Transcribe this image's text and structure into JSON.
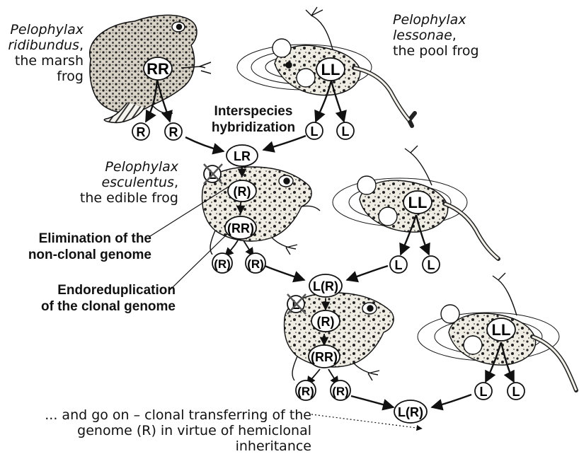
{
  "species": {
    "ridibundus": {
      "genus": "Pelophylax",
      "epithet": "ridibundus",
      "common_line1": "the marsh",
      "common_line2": "frog"
    },
    "lessonae": {
      "genus": "Pelophylax",
      "epithet": "lessonae",
      "common": "the pool frog"
    },
    "esculentus": {
      "genus": "Pelophylax",
      "epithet": "esculentus",
      "common": "the edible frog"
    }
  },
  "labels": {
    "hybridization_line1": "Interspecies",
    "hybridization_line2": "hybridization",
    "elimination_line1": "Elimination of the",
    "elimination_line2": "non-clonal genome",
    "endoreduplication_line1": "Endoreduplication",
    "endoreduplication_line2": "of the clonal genome",
    "footer_line1": "... and go on – clonal transferring of the",
    "footer_line2": "genome (R) in virtue of hemiclonal inheritance"
  },
  "genomes": {
    "marsh_parent": "RR",
    "marsh_gamete_1": "R",
    "marsh_gamete_2": "R",
    "pool_parent_1": "LL",
    "pool_gamete_1a": "L",
    "pool_gamete_1b": "L",
    "hybrid_1": "LR",
    "eliminated_1": "L",
    "clonal_1": "(R)",
    "dup_1": "(RR)",
    "gamete_1a": "(R)",
    "gamete_1b": "(R)",
    "pool_parent_2": "LL",
    "pool_gamete_2a": "L",
    "pool_gamete_2b": "L",
    "hybrid_2": "L(R)",
    "eliminated_2": "L",
    "clonal_2": "(R)",
    "dup_2": "(RR)",
    "gamete_2a": "(R)",
    "gamete_2b": "(R)",
    "pool_parent_3": "LL",
    "pool_gamete_3a": "L",
    "pool_gamete_3b": "L",
    "hybrid_3": "L(R)"
  },
  "icons": [
    "marsh-frog-illustration",
    "pool-frog-illustration",
    "edible-frog-illustration"
  ],
  "colors": {
    "ink": "#111111",
    "frog_fill": "#f4f1ea",
    "cross": "#555555"
  }
}
